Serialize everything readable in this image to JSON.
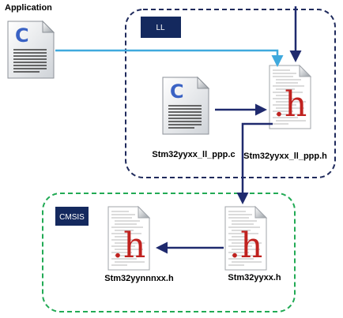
{
  "application_label": "Application",
  "ll_box": {
    "label": "LL"
  },
  "cmsis_box": {
    "label": "CMSIS"
  },
  "files": {
    "app_c": {
      "icon": "c-source-file-icon",
      "letter": "C"
    },
    "ll_c": {
      "icon": "c-source-file-icon",
      "letter": "C",
      "name": "Stm32yyxx_ll_ppp.c"
    },
    "ll_h": {
      "icon": "h-header-file-icon",
      "letter": ".h",
      "name": "Stm32yyxx_ll_ppp.h"
    },
    "cmsis_h": {
      "icon": "h-header-file-icon",
      "letter": ".h",
      "name": "Stm32yyxx.h"
    },
    "device_h": {
      "icon": "h-header-file-icon",
      "letter": ".h",
      "name": "Stm32yynnnxx.h"
    }
  },
  "colors": {
    "ll_border": "#1f2a5c",
    "cmsis_border": "#22aa55",
    "tag_fill": "#14295e",
    "arrow_dark": "#1f2a6e",
    "arrow_light": "#3fa9dd",
    "c_letter": "#3a62c4",
    "h_letter": "#c0221f"
  }
}
